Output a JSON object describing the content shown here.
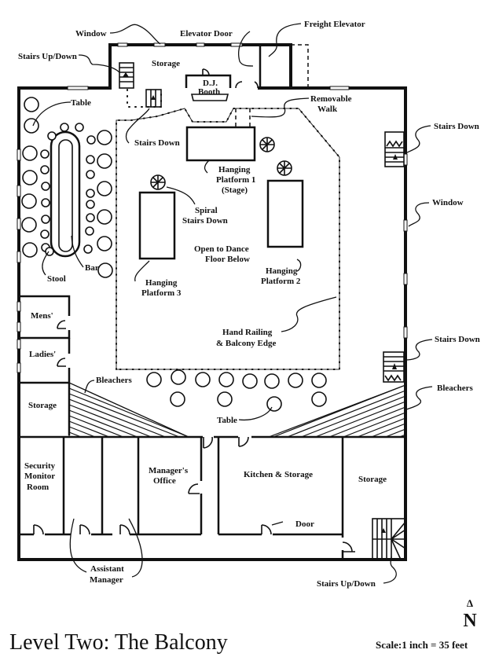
{
  "title": "Level Two: The Balcony",
  "scale": "Scale:1 inch = 35 feet",
  "compass": {
    "arrow": "Δ",
    "letter": "N"
  },
  "labels": {
    "window_top": "Window",
    "elevator_door": "Elevator Door",
    "freight_elevator": "Freight Elevator",
    "stairs_updown_top": "Stairs Up/Down",
    "storage_top": "Storage",
    "dj_booth_1": "D.J.",
    "dj_booth_2": "Booth",
    "removable_walk_1": "Removable",
    "removable_walk_2": "Walk",
    "table_top": "Table",
    "stairs_down_left": "Stairs Down",
    "stairs_down_right_top": "Stairs Down",
    "window_right": "Window",
    "hanging_platform_1_a": "Hanging",
    "hanging_platform_1_b": "Platform 1",
    "hanging_platform_1_c": "(Stage)",
    "spiral_stairs_1": "Spiral",
    "spiral_stairs_2": "Stairs Down",
    "open_dance_1": "Open to Dance",
    "open_dance_2": "Floor Below",
    "hanging_platform_2_a": "Hanging",
    "hanging_platform_2_b": "Platform 2",
    "hanging_platform_3_a": "Hanging",
    "hanging_platform_3_b": "Platform 3",
    "stool": "Stool",
    "bar": "Bar",
    "mens": "Mens'",
    "ladies": "Ladies'",
    "hand_railing_1": "Hand Railing",
    "hand_railing_2": "& Balcony Edge",
    "stairs_down_right_bottom": "Stairs Down",
    "bleachers_left": "Bleachers",
    "bleachers_right": "Bleachers",
    "storage_left": "Storage",
    "table_bottom": "Table",
    "security_1": "Security",
    "security_2": "Monitor",
    "security_3": "Room",
    "managers_office_1": "Manager's",
    "managers_office_2": "Office",
    "kitchen": "Kitchen & Storage",
    "storage_right": "Storage",
    "door": "Door",
    "assistant_manager_1": "Assistant",
    "assistant_manager_2": "Manager",
    "stairs_updown_bottom": "Stairs Up/Down"
  }
}
